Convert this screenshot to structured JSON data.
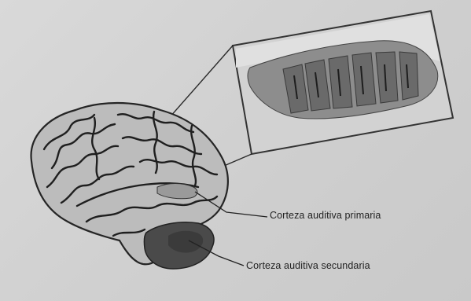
{
  "labels": {
    "primary_auditory_cortex": "Corteza auditiva primaria",
    "secondary_auditory_cortex": "Corteza auditiva secundaria"
  },
  "colors": {
    "background": "#d4d4d4",
    "brain_fill": "#bdbdbd",
    "brain_outline": "#2b2b2b",
    "gyri_lines": "#222222",
    "secondary_cortex": "#3e3e3e",
    "inset_frame": "#333333",
    "inset_fill": "#9a9a9a"
  },
  "icons": {
    "brain": "brain-illustration",
    "inset": "tonotopic-columns-inset"
  }
}
